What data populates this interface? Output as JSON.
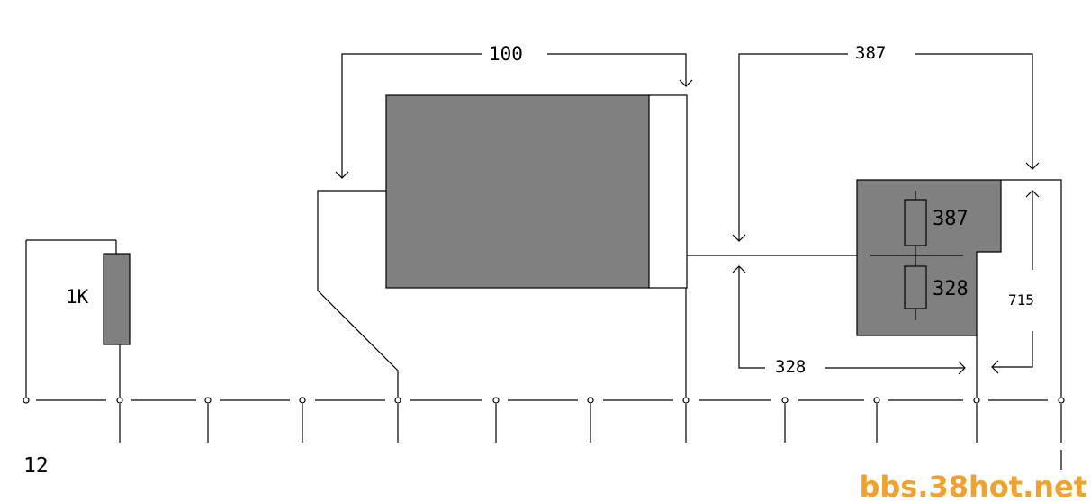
{
  "colors": {
    "block": "#808080",
    "line": "#000000",
    "background": "#ffffff",
    "watermark": "#f0a22d"
  },
  "labels": {
    "left_number": "12",
    "resistor_1k": "1K",
    "dim_100": "100",
    "dim_387_top": "387",
    "dim_328_bottom": "328",
    "dim_715": "715",
    "inner_387": "387",
    "inner_328": "328"
  },
  "watermark": {
    "text": "bbs.38hot.net"
  }
}
